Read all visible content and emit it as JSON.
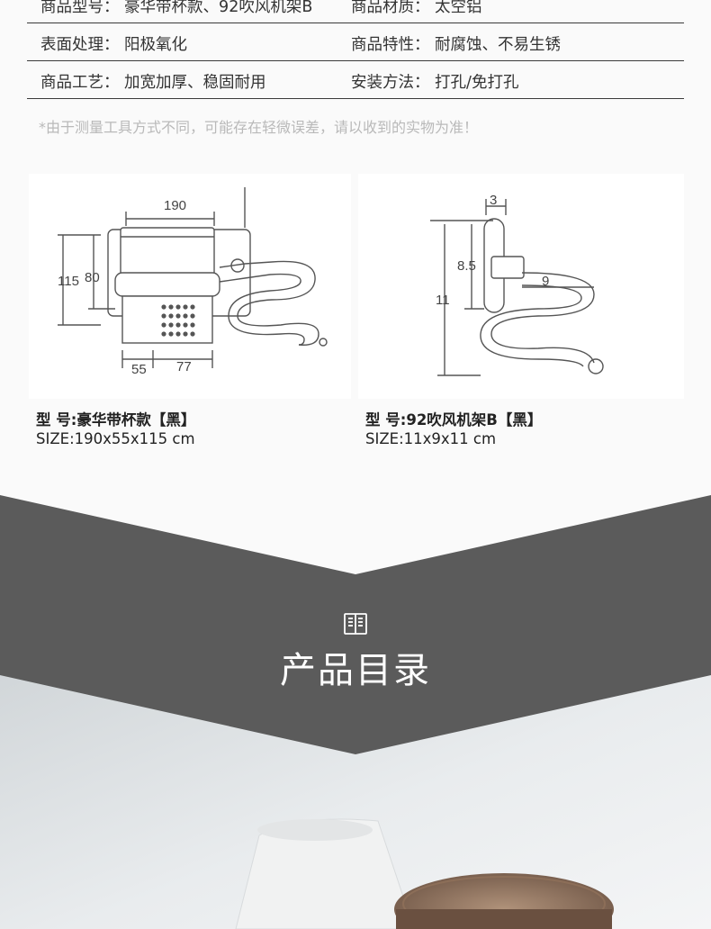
{
  "spec": {
    "rows": [
      {
        "left": "商品型号： 豪华带杯款、92吹风机架B",
        "right": "商品材质： 太空铝"
      },
      {
        "left": "表面处理： 阳极氧化",
        "right": "商品特性： 耐腐蚀、不易生锈"
      },
      {
        "left": "商品工艺： 加宽加厚、稳固耐用",
        "right": "安装方法： 打孔/免打孔"
      }
    ],
    "note": "*由于测量工具方式不同，可能存在轻微误差，请以收到的实物为准！"
  },
  "products": [
    {
      "dims": {
        "width": "190",
        "height_outer": "115",
        "height_inner": "80",
        "depth": "55",
        "base": "77"
      },
      "model": "型 号:豪华带杯款【黑】",
      "size": "SIZE:190x55x115 cm"
    },
    {
      "dims": {
        "top": "3",
        "mid": "8.5",
        "total": "11",
        "arm": "9"
      },
      "model": "型 号:92吹风机架B【黑】",
      "size": "SIZE:11x9x11 cm"
    }
  ],
  "banner": {
    "title": "产品目录",
    "icon": "book-icon",
    "colors": {
      "band": "#5b5b5b",
      "photo_bg": "#dfe3e6"
    }
  }
}
